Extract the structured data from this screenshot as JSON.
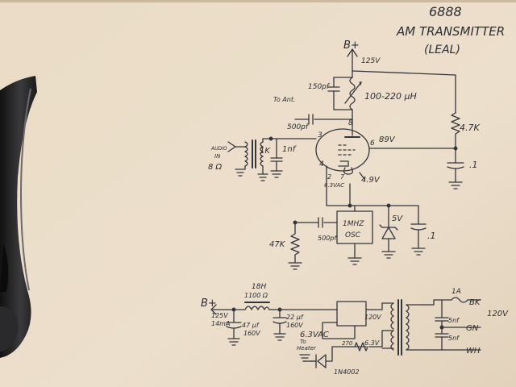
{
  "diagram": {
    "title_number": "6888",
    "title": "AM TRANSMITTER",
    "author": "(LEAL)",
    "labels": {
      "b_plus_top": "B+",
      "v125_top": "125V",
      "c150pf": "150pf",
      "l_tank": "100-220 μH",
      "to_ant": "To Ant.",
      "c500pf_top": "500pf",
      "pin8": "8",
      "pin3": "3",
      "pin6": "6",
      "pin4": "4",
      "pin2": "2",
      "pin7": "7",
      "v89": "89V",
      "r4_7k": "4.7K",
      "c_point1_a": ".1",
      "audio_in_1": "AUDIO",
      "audio_in_2": "IN",
      "ohm8": "8 Ω",
      "k1": "1K",
      "c1nf": "1nf",
      "v4_9": "4.9V",
      "heater_v": "6.3VAC",
      "osc_1": "1MHZ",
      "osc_2": "OSC",
      "v5": "5V",
      "c_point1_b": ".1",
      "r47k": "47K",
      "c500pf_bot": "500pf",
      "b_plus_bot": "B+",
      "v125_bot": "125V",
      "ma14": "14mA",
      "h18": "18H",
      "ohm1100": "1100 Ω",
      "c47uf": "47 μf",
      "v160_a": "160V",
      "c22uf": "22 μf",
      "v160_b": "160V",
      "v6_3vac": "6.3VAC",
      "to_heater_1": "To",
      "to_heater_2": "Heater",
      "v120_sec": "120V",
      "v6_3_sec": "6.3V",
      "ohm270": "270",
      "diode": "1N4002",
      "fuse": "1A",
      "bk": "BK",
      "gn": "GN",
      "wh": "WH",
      "v120_line": "120V",
      "c5nf_a": "5nf",
      "c5nf_b": "5nf"
    }
  }
}
